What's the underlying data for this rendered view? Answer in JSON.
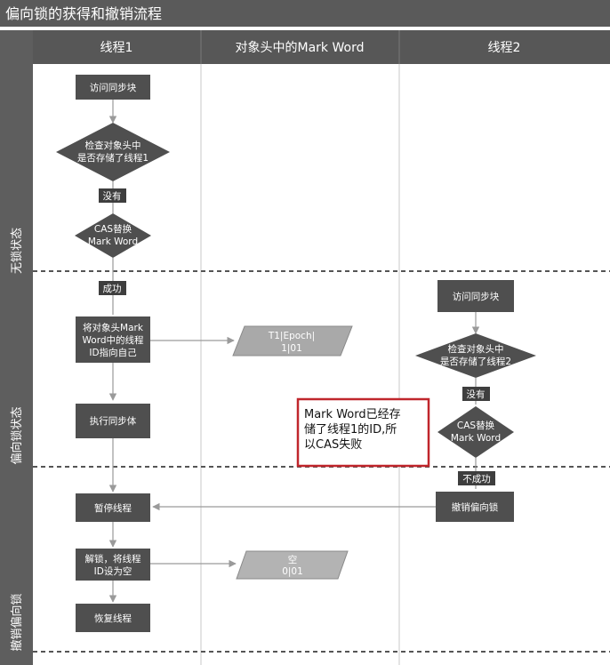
{
  "title": "偏向锁的获得和撤销流程",
  "columns": [
    "线程1",
    "对象头中的Mark Word",
    "线程2"
  ],
  "states": [
    "无锁状态",
    "偏向锁状态",
    "撤销偏向锁"
  ],
  "thread1": {
    "access_sync": "访问同步块",
    "check_header": [
      "检查对象头中",
      "是否存储了线程1"
    ],
    "no_tag": "没有",
    "cas_replace": [
      "CAS替换",
      "Mark Word"
    ],
    "success_tag": "成功",
    "point_self": [
      "将对象头Mark",
      "Word中的线程",
      "ID指向自己"
    ],
    "exec_sync": "执行同步体",
    "pause_thread": "暂停线程",
    "unlock": [
      "解锁，将线程",
      "ID设为空"
    ],
    "resume_thread": "恢复线程"
  },
  "markword": {
    "biased": [
      "T1|Epoch|",
      "1|01"
    ],
    "empty": [
      "空",
      "0|01"
    ]
  },
  "thread2": {
    "access_sync": "访问同步块",
    "check_header": [
      "检查对象头中",
      "是否存储了线程2"
    ],
    "no_tag": "没有",
    "cas_replace": [
      "CAS替换",
      "Mark Word"
    ],
    "fail_tag": "不成功",
    "revoke": "撤销偏向锁"
  },
  "note": [
    "Mark Word已经存",
    "储了线程1的ID,所",
    "以CAS失败"
  ],
  "colors": {
    "node": "#4f4f4f",
    "header": "#575757",
    "sidebar": "#5e5e5e",
    "note_border": "#c0262c",
    "parallelogram": "#a9a9a9"
  }
}
